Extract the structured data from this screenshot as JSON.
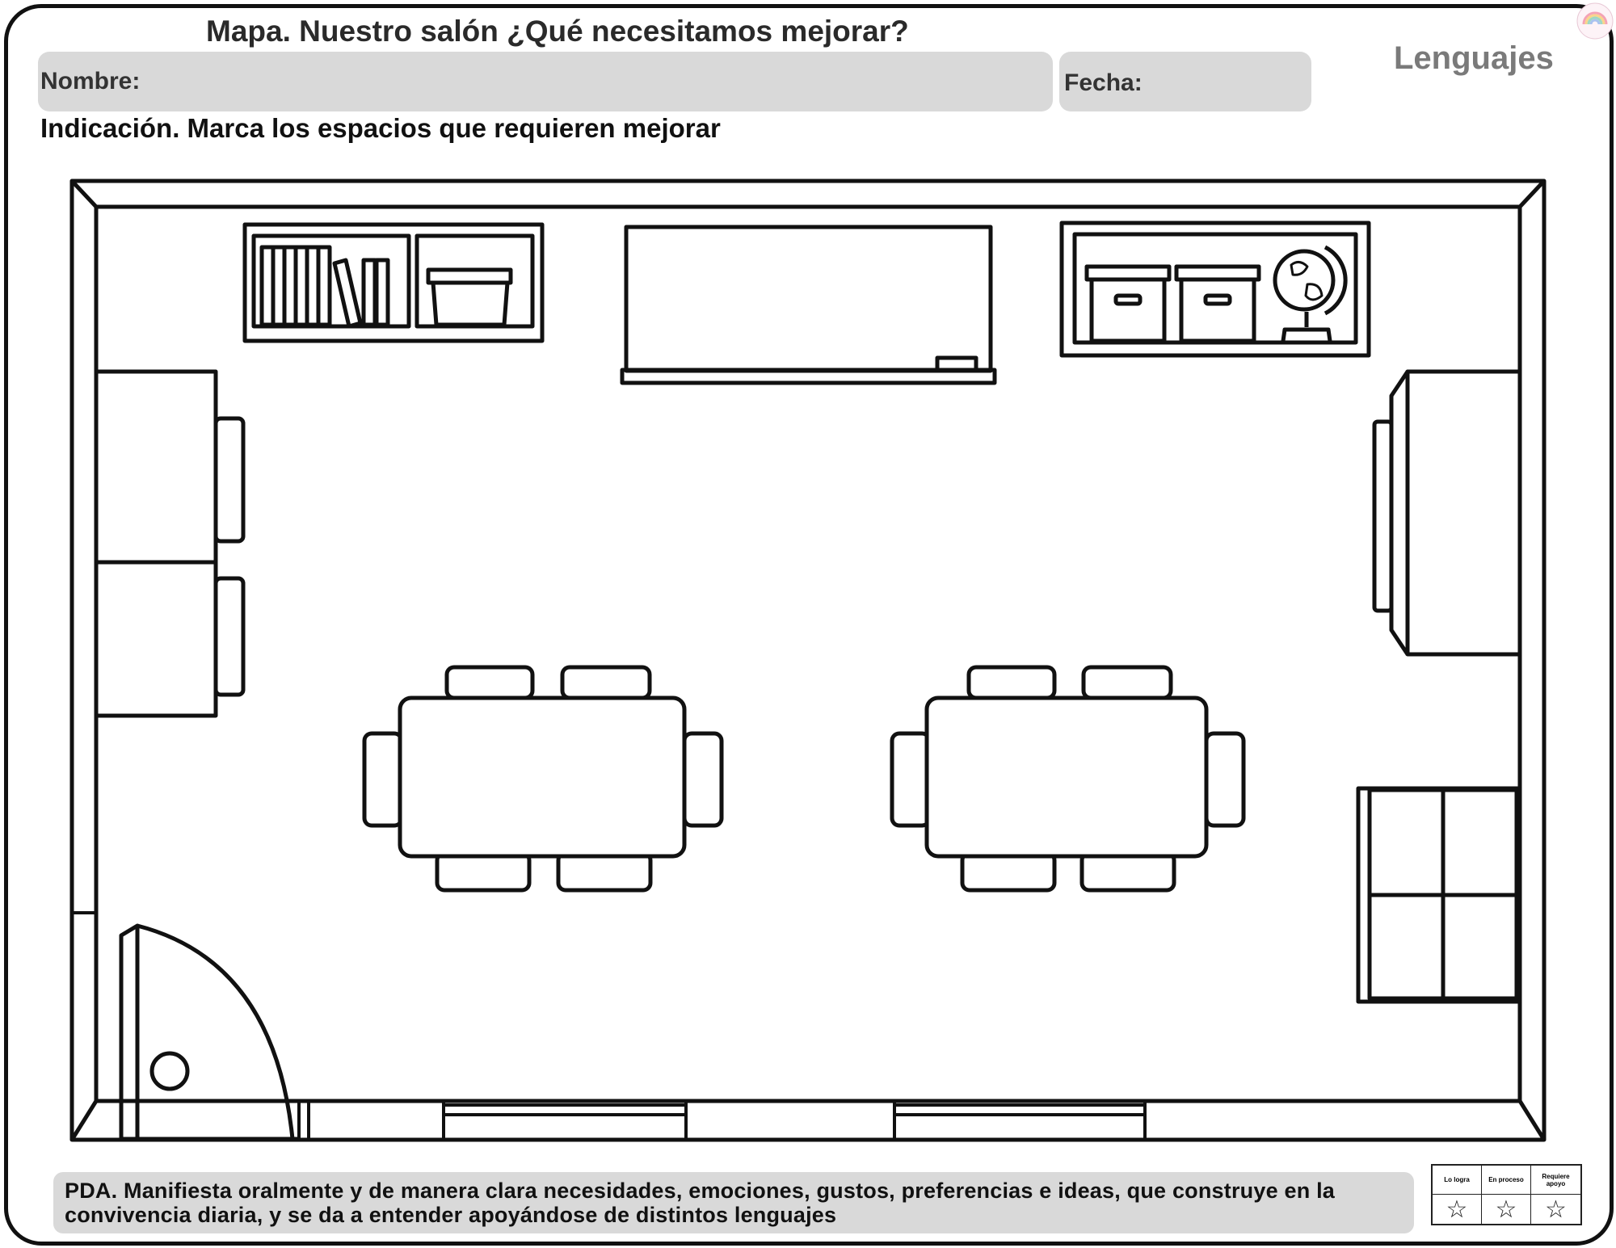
{
  "header": {
    "title": "Mapa. Nuestro salón ¿Qué necesitamos mejorar?",
    "name_label": "Nombre:",
    "date_label": "Fecha:",
    "subject": "Lenguajes"
  },
  "instruction": "Indicación. Marca los espacios que requieren mejorar",
  "footer": {
    "pda": "PDA. Manifiesta oralmente y de manera clara necesidades, emociones, gustos, preferencias e ideas, que construye en la convivencia diaria, y se da a entender apoyándose de distintos lenguajes"
  },
  "rubric": {
    "columns": [
      "Lo logra",
      "En proceso",
      "Requiere apoyo"
    ],
    "symbol": "☆"
  },
  "icons": {
    "logo": "rainbow-logo-icon"
  }
}
